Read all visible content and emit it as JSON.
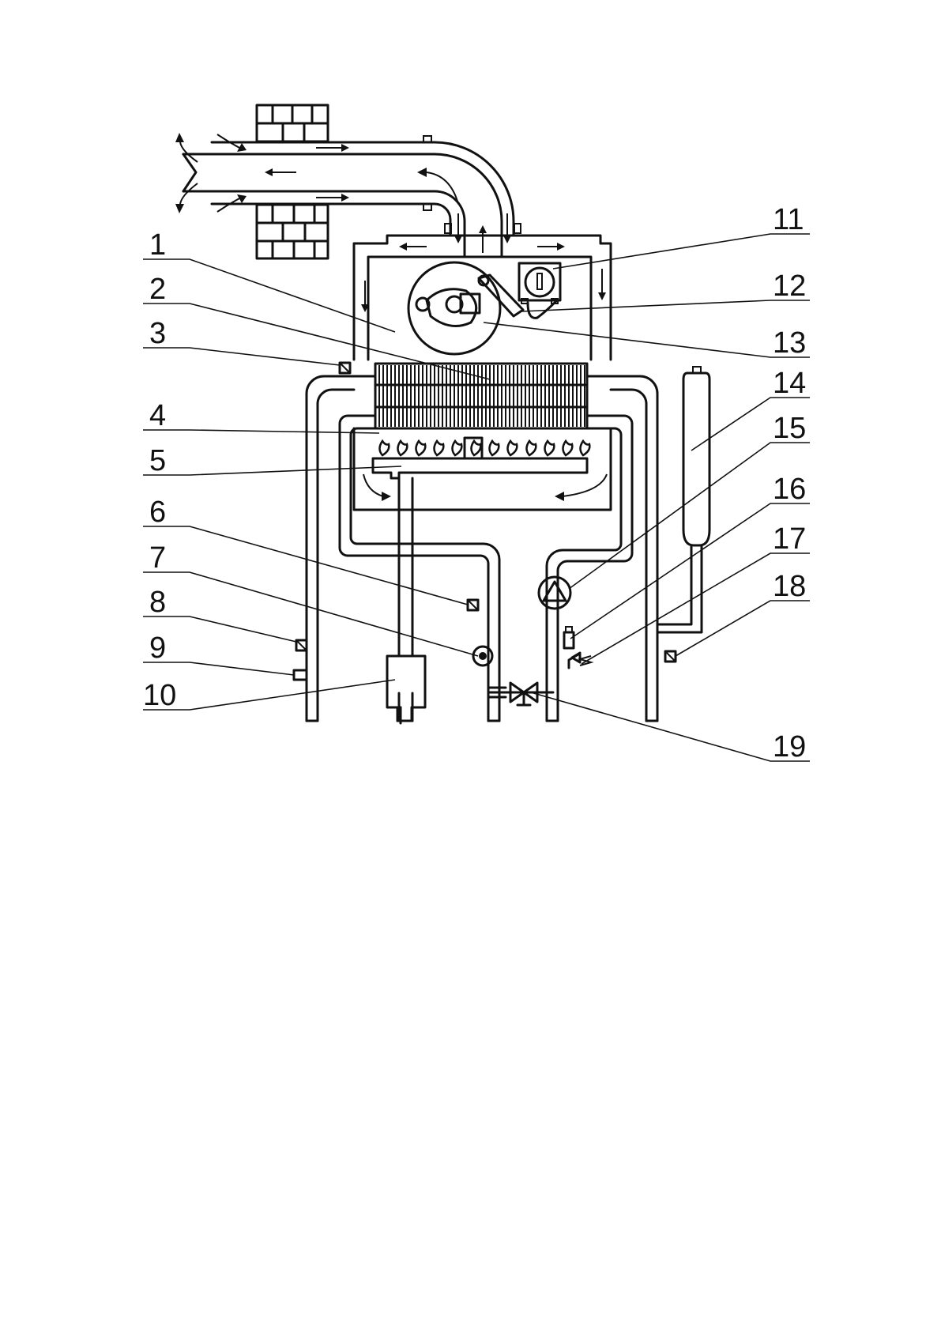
{
  "labels": [
    {
      "id": "1",
      "text": "1"
    },
    {
      "id": "2",
      "text": "2"
    },
    {
      "id": "3",
      "text": "3"
    },
    {
      "id": "4",
      "text": "4"
    },
    {
      "id": "5",
      "text": "5"
    },
    {
      "id": "6",
      "text": "6"
    },
    {
      "id": "7",
      "text": "7"
    },
    {
      "id": "8",
      "text": "8"
    },
    {
      "id": "9",
      "text": "9"
    },
    {
      "id": "10",
      "text": "10"
    },
    {
      "id": "11",
      "text": "11"
    },
    {
      "id": "12",
      "text": "12"
    },
    {
      "id": "13",
      "text": "13"
    },
    {
      "id": "14",
      "text": "14"
    },
    {
      "id": "15",
      "text": "15"
    },
    {
      "id": "16",
      "text": "16"
    },
    {
      "id": "17",
      "text": "17"
    },
    {
      "id": "18",
      "text": "18"
    },
    {
      "id": "19",
      "text": "19"
    }
  ],
  "colors": {
    "ink": "#111111",
    "paper": "#ffffff"
  }
}
